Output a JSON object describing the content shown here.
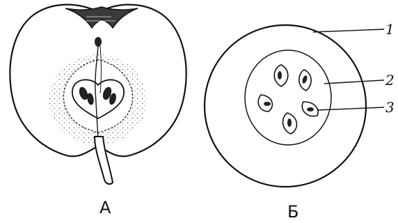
{
  "figure": {
    "panel_a_label": "А",
    "panel_b_label": "Б",
    "callouts": [
      "1",
      "2",
      "3"
    ]
  }
}
